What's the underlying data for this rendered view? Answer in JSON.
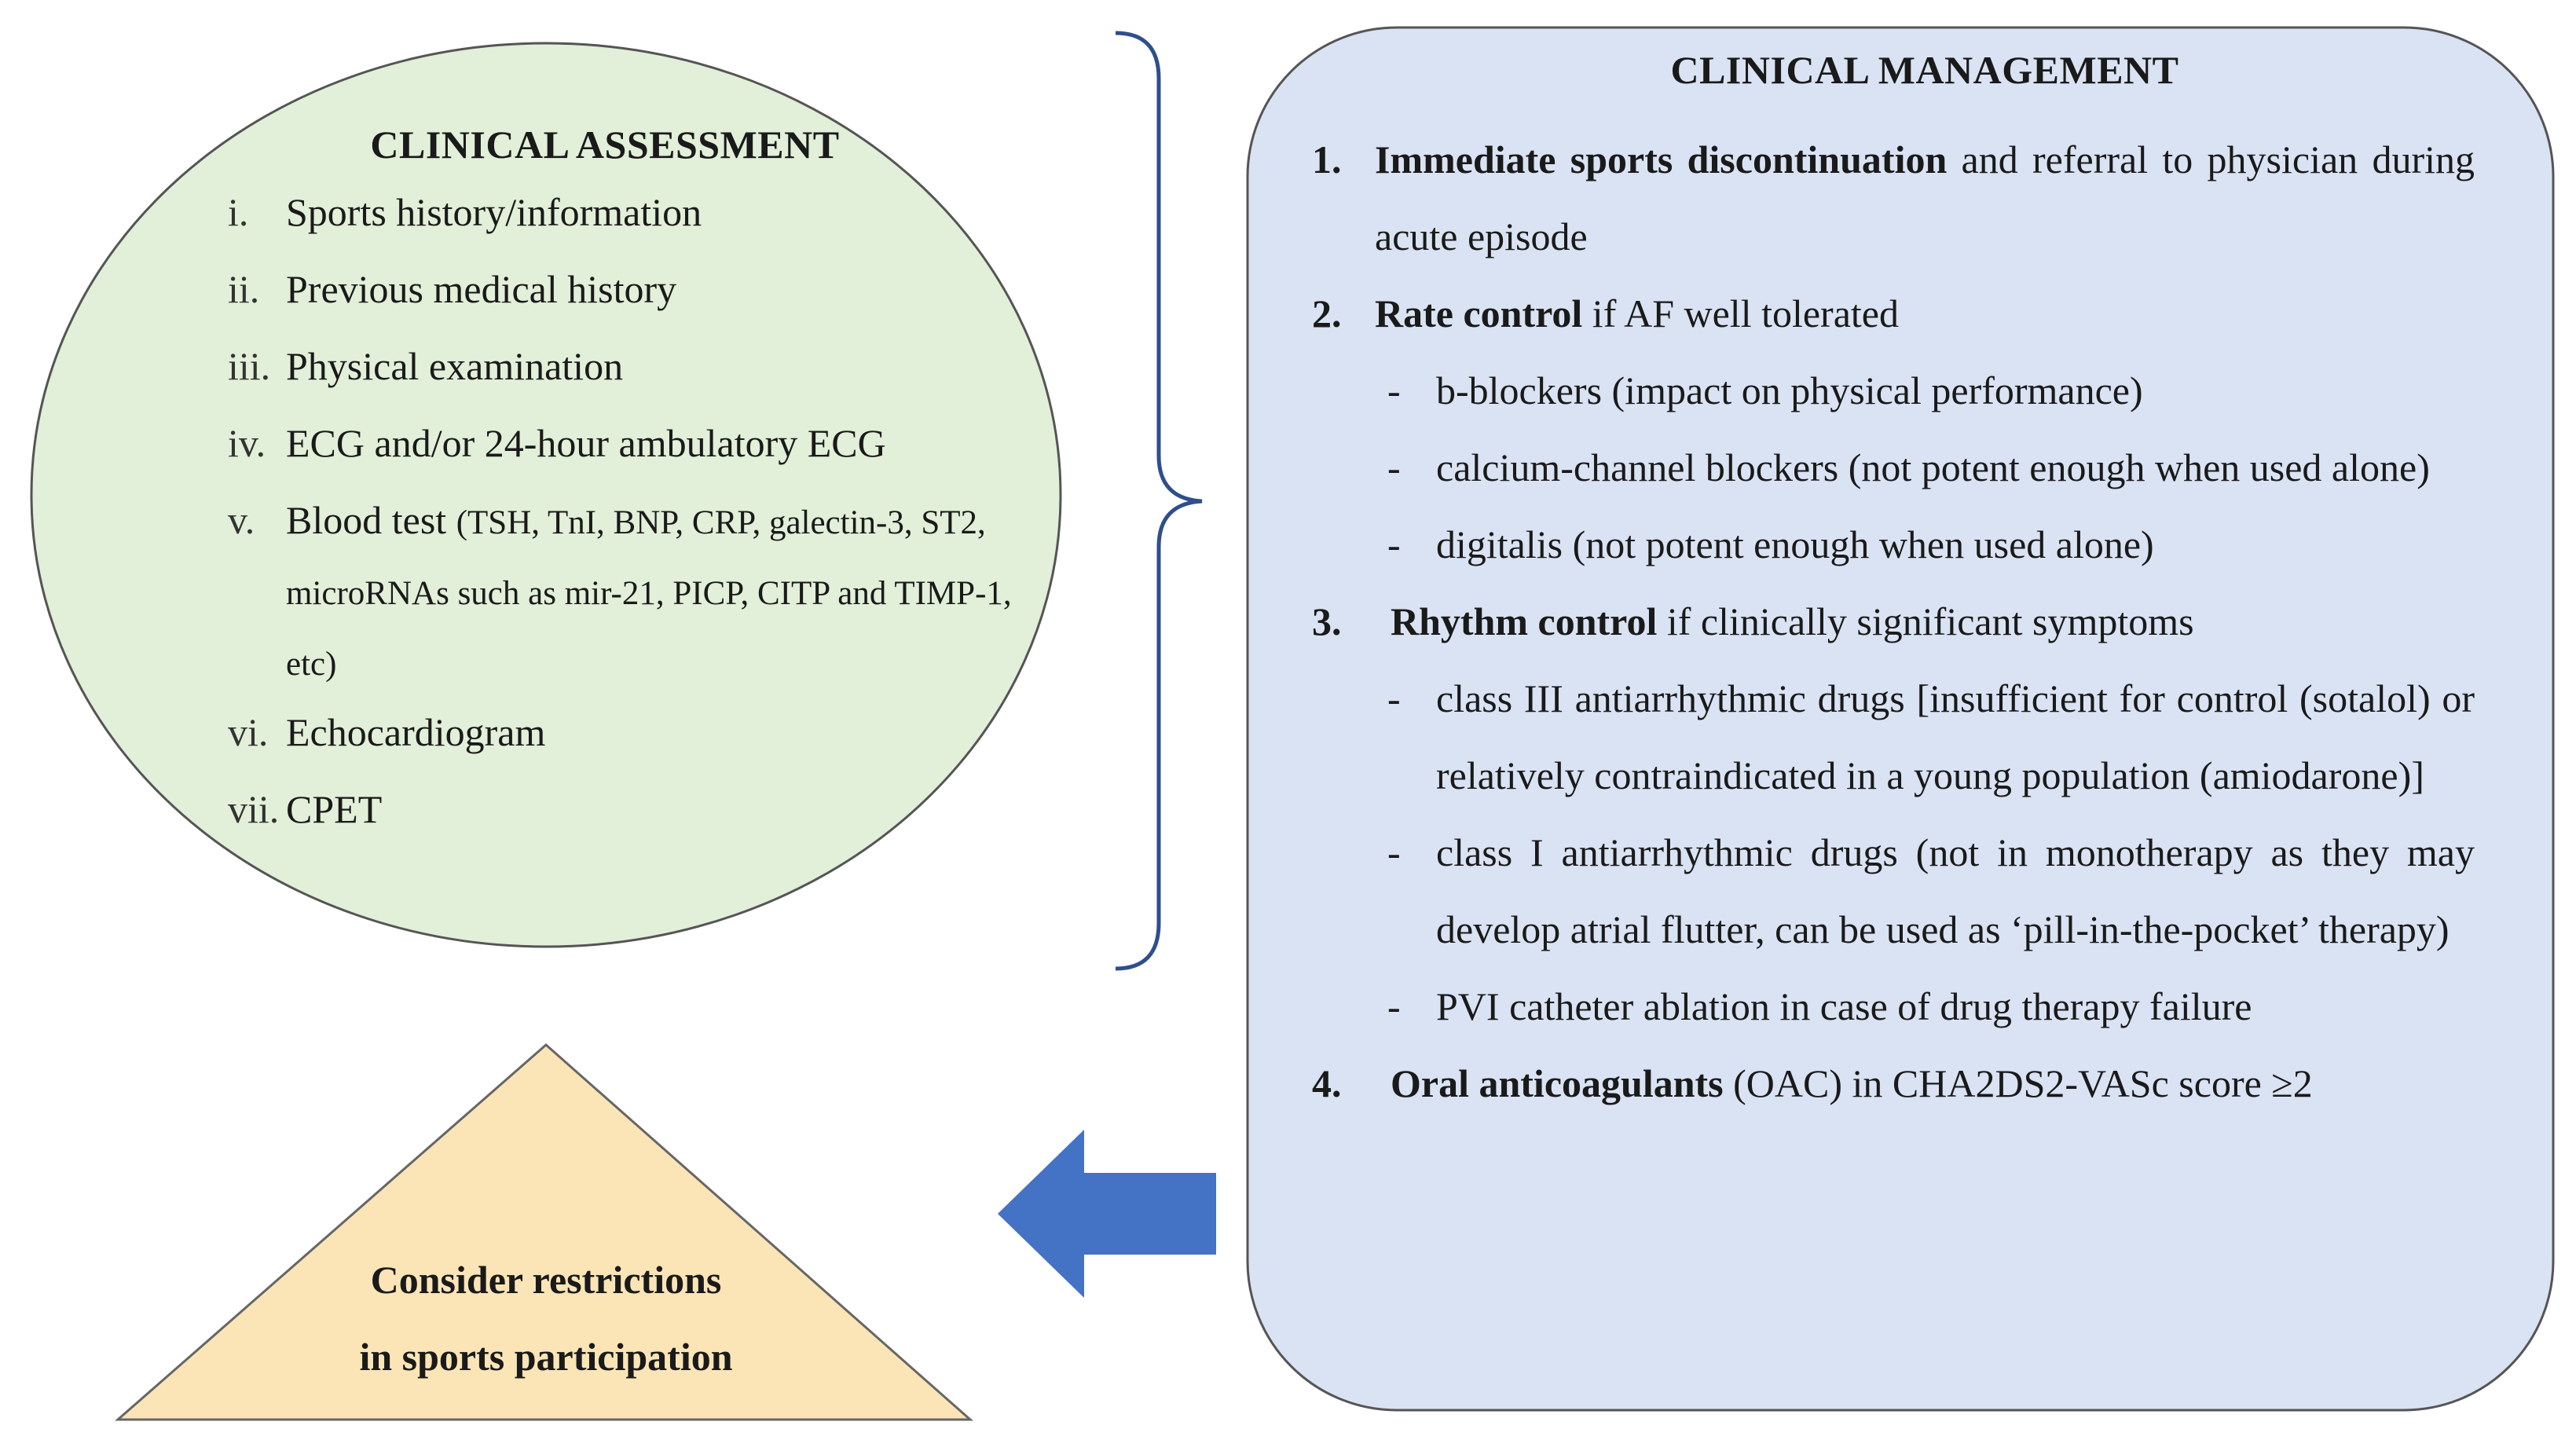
{
  "assessment": {
    "title": "CLINICAL ASSESSMENT",
    "items": [
      {
        "num": "i.",
        "text": "Sports history/information"
      },
      {
        "num": "ii.",
        "text": "Previous medical history"
      },
      {
        "num": "iii.",
        "text": "Physical examination"
      },
      {
        "num": "iv.",
        "text": "ECG and/or 24-hour ambulatory ECG"
      },
      {
        "num": "v.",
        "text": "Blood test",
        "detail": "(TSH, TnI, BNP, CRP, galectin-3, ST2, microRNAs such as mir-21, PICP, CITP and TIMP-1, etc)"
      },
      {
        "num": "vi.",
        "text": "Echocardiogram"
      },
      {
        "num": "vii.",
        "text": "CPET"
      }
    ]
  },
  "management": {
    "title": "CLINICAL MANAGEMENT",
    "items": [
      {
        "num": "1.",
        "bold": "Immediate sports discontinuation",
        "text": " and referral to physician during acute episode",
        "subs": []
      },
      {
        "num": "2.",
        "bold": "Rate control",
        "text": " if AF well tolerated",
        "subs": [
          "b-blockers (impact on physical performance)",
          "calcium-channel blockers (not potent enough when used alone)",
          "digitalis (not potent enough when used alone)"
        ]
      },
      {
        "num": "3.",
        "bold": "Rhythm control",
        "text": " if clinically significant symptoms",
        "subs": [
          "class III antiarrhythmic drugs [insufficient for control (sotalol) or relatively contraindicated in a young population (amiodarone)]",
          "class I antiarrhythmic drugs (not in monotherapy as they may develop atrial flutter, can be used as ‘pill-in-the-pocket’ therapy)",
          "PVI catheter ablation in case of drug therapy failure"
        ]
      },
      {
        "num": "4.",
        "bold": "Oral anticoagulants",
        "text": " (OAC) in CHA2DS2-VASc score ≥2",
        "subs": []
      }
    ]
  },
  "conclusion": {
    "line1": "Consider restrictions",
    "line2": "in sports participation"
  },
  "colors": {
    "assessment_fill": "#e2efd9",
    "management_fill": "#dae3f3",
    "conclusion_fill": "#fbe5b6",
    "arrow": "#4472c4",
    "bracket": "#2f4e8c",
    "outline": "#555555"
  }
}
